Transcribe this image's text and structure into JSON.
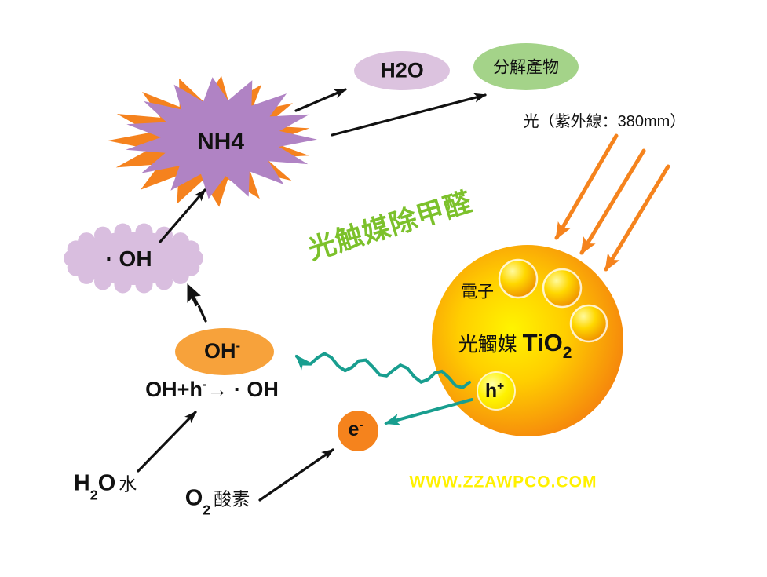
{
  "colors": {
    "star_orange": "#F5821E",
    "star_purple": "#B083C4",
    "lavender": "#DCC3DF",
    "cloud_plum": "#D9BEDF",
    "green_fill": "#A4D389",
    "slogan_green": "#7CC12B",
    "ion_orange": "#F7A23B",
    "electron_orange": "#F5831D",
    "ray_orange": "#F5831D",
    "teal": "#189E8F",
    "watermark_yellow": "#FFF100",
    "ball_center": "#FFF400",
    "ball_mid": "#FFCE00",
    "ball_edge": "#F5820D",
    "dot_hi": "#FFFA9E",
    "dot_mid": "#FFD800",
    "dot_edge": "#EF8E00",
    "hole_hi": "#FFFFAA",
    "hole_mid": "#FFF200",
    "hole_edge": "#F8D800",
    "text_black": "#111111"
  },
  "nodes": {
    "nh4": {
      "label": "NH4"
    },
    "h2o_product": {
      "label": "H2O"
    },
    "decomposition": {
      "label": "分解產物"
    },
    "light": {
      "label": "光（紫外線：380mm）"
    },
    "oh_radical": {
      "label": "· OH"
    },
    "oh_ion": {
      "base": "OH",
      "sup": "-"
    },
    "formula": {
      "p1": "OH+h",
      "sup": "-",
      "p2": "→ · OH"
    },
    "h2o_source": {
      "p1": "H",
      "sub": "2",
      "p2": "O",
      "suffix": "水"
    },
    "o2_source": {
      "p1": "O",
      "sub": "2",
      "suffix": "酸素"
    },
    "electron": {
      "base": "e",
      "sup": "-"
    },
    "hole": {
      "base": "h",
      "sup": "+"
    },
    "electron_name": "電子",
    "catalyst": {
      "p1": "光觸媒 ",
      "p2": "TiO",
      "sub": "2"
    },
    "slogan": "光触媒除甲醛",
    "watermark": "WWW.ZZAWPCO.COM"
  }
}
